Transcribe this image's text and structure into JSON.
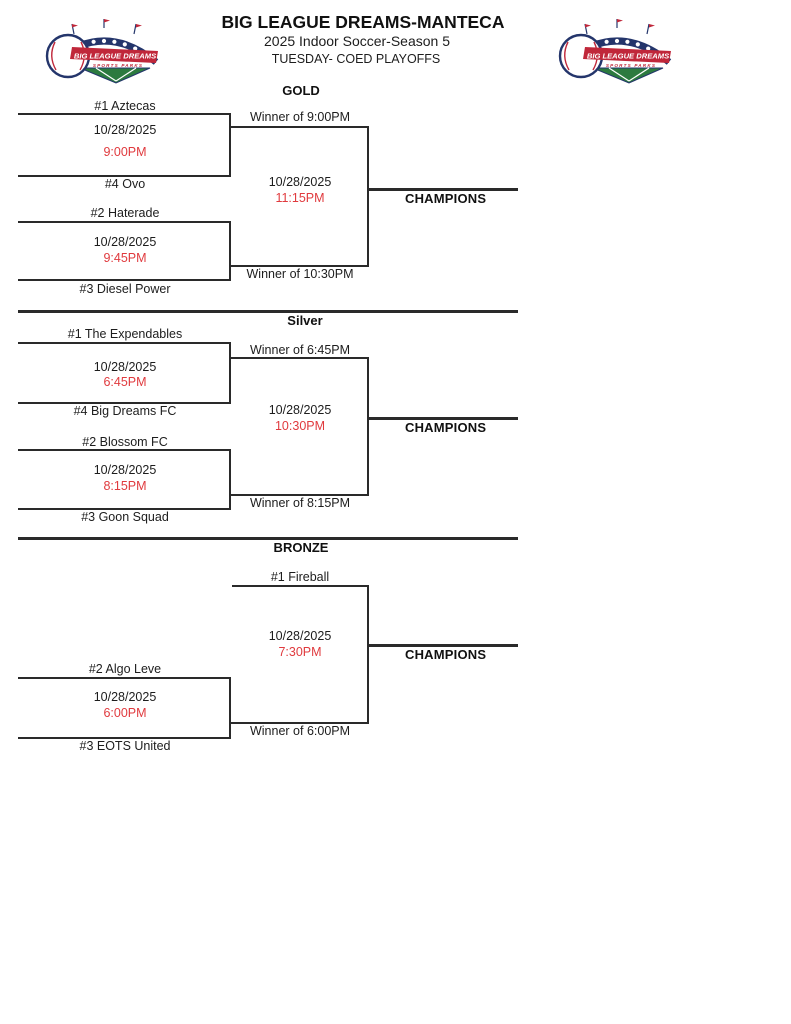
{
  "header": {
    "title": "BIG LEAGUE DREAMS-MANTECA",
    "subtitle": "2025 Indoor Soccer-Season 5",
    "event": "TUESDAY- COED PLAYOFFS"
  },
  "logo": {
    "banner_text": "BIG LEAGUE DREAMS",
    "sub_text": "SPORTS PARKS"
  },
  "colors": {
    "time_red": "#e03a3e",
    "line": "#2a2a2a",
    "logo_navy": "#24356b",
    "logo_red": "#c0273a",
    "logo_green": "#2c7a3f"
  },
  "gold": {
    "division": "GOLD",
    "m1": {
      "top": "#1 Aztecas",
      "bottom": "#4 Ovo",
      "date": "10/28/2025",
      "time": "9:00PM"
    },
    "m1_winner": "Winner of 9:00PM",
    "m2": {
      "top": "#2 Haterade",
      "bottom": "#3 Diesel Power",
      "date": "10/28/2025",
      "time": "9:45PM"
    },
    "m2_winner": "Winner of 10:30PM",
    "final": {
      "date": "10/28/2025",
      "time": "11:15PM"
    },
    "champions": "CHAMPIONS"
  },
  "silver": {
    "division": "Silver",
    "m1": {
      "top": "#1 The Expendables",
      "bottom": "#4 Big Dreams FC",
      "date": "10/28/2025",
      "time": "6:45PM"
    },
    "m1_winner": "Winner of 6:45PM",
    "m2": {
      "top": "#2 Blossom FC",
      "bottom": "#3 Goon Squad",
      "date": "10/28/2025",
      "time": "8:15PM"
    },
    "m2_winner": "Winner of 8:15PM",
    "final": {
      "date": "10/28/2025",
      "time": "10:30PM"
    },
    "champions": "CHAMPIONS"
  },
  "bronze": {
    "division": "BRONZE",
    "bye_team": "#1 Fireball",
    "m1": {
      "top": "#2 Algo Leve",
      "bottom": "#3 EOTS United",
      "date": "10/28/2025",
      "time": "6:00PM"
    },
    "m1_winner": "Winner of 6:00PM",
    "final": {
      "date": "10/28/2025",
      "time": "7:30PM"
    },
    "champions": "CHAMPIONS"
  }
}
